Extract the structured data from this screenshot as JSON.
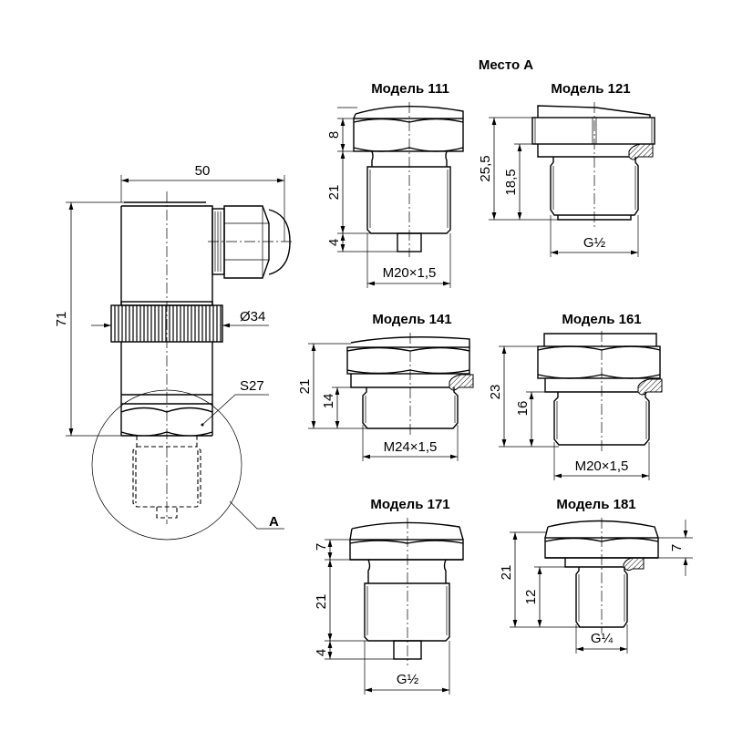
{
  "title": "Место A",
  "main_view": {
    "width": "50",
    "height": "71",
    "knurl_diameter": "Ø34",
    "hex_size": "S27",
    "detail_callout": "A"
  },
  "models": [
    {
      "name": "Модель 111",
      "dims": [
        "8",
        "21",
        "4"
      ],
      "thread": "M20×1,5"
    },
    {
      "name": "Модель 121",
      "dims": [
        "25,5",
        "18,5"
      ],
      "thread": "G½"
    },
    {
      "name": "Модель 141",
      "dims": [
        "21",
        "14"
      ],
      "thread": "M24×1,5"
    },
    {
      "name": "Модель 161",
      "dims": [
        "23",
        "16"
      ],
      "thread": "M20×1,5"
    },
    {
      "name": "Модель 171",
      "dims": [
        "7",
        "21",
        "4"
      ],
      "thread": "G½"
    },
    {
      "name": "Модель 181",
      "dims": [
        "21",
        "12",
        "7"
      ],
      "thread": "G¼"
    }
  ]
}
